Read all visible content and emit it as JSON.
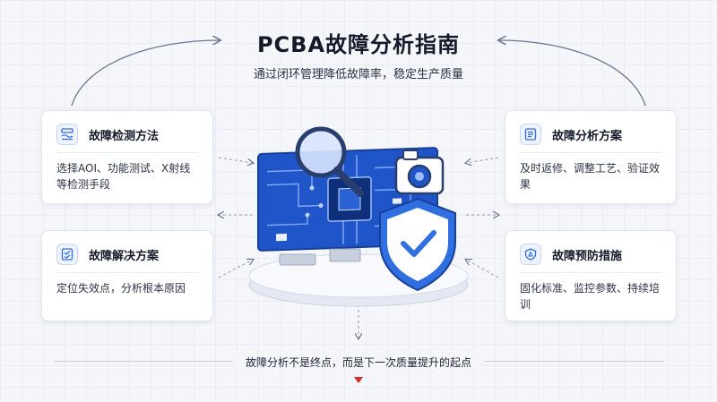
{
  "header": {
    "title": "PCBA故障分析指南",
    "subtitle": "通过闭环管理降低故障率，稳定生产质量"
  },
  "cards": {
    "detection": {
      "title": "故障检测方法",
      "body": "选择AOI、功能测试、X射线等检测手段",
      "icon": "wave-list-icon"
    },
    "solution": {
      "title": "故障解决方案",
      "body": "定位失效点，分析根本原因",
      "icon": "check-list-icon"
    },
    "analysis": {
      "title": "故障分析方案",
      "body": "及时返修、调整工艺、验证效果",
      "icon": "document-icon"
    },
    "prevention": {
      "title": "故障预防措施",
      "body": "固化标准、监控参数、持续培训",
      "icon": "shield-alert-icon"
    }
  },
  "footer": {
    "text": "故障分析不是终点，而是下一次质量提升的起点"
  },
  "colors": {
    "accent": "#2f6fe0",
    "board": "#1f55c9",
    "footer_arrow": "#d42b2b"
  }
}
